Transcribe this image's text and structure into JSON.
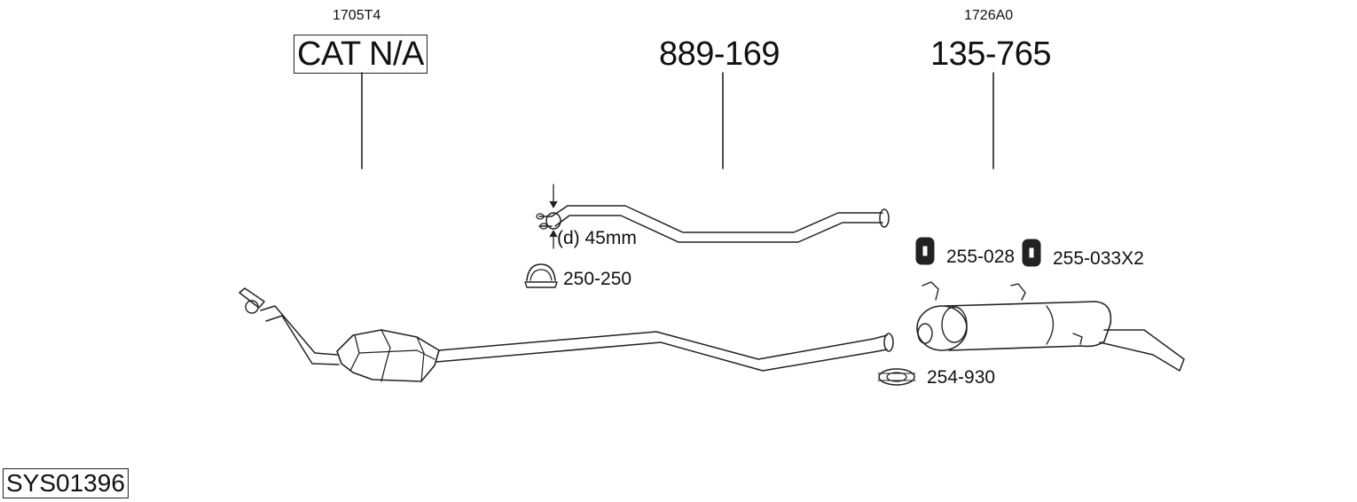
{
  "diagram": {
    "system_code": "SYS01396",
    "callouts": [
      {
        "ref": "1705T4",
        "part": "CAT N/A"
      },
      {
        "ref": "",
        "part": "889-169"
      },
      {
        "ref": "1726A0",
        "part": "135-765"
      }
    ],
    "diameter_note": "(d) 45mm",
    "accessories": {
      "clamp_front": "250-250",
      "rubber_mount_1": "255-028",
      "rubber_mount_2": "255-033X2",
      "clamp_rear": "254-930"
    }
  }
}
